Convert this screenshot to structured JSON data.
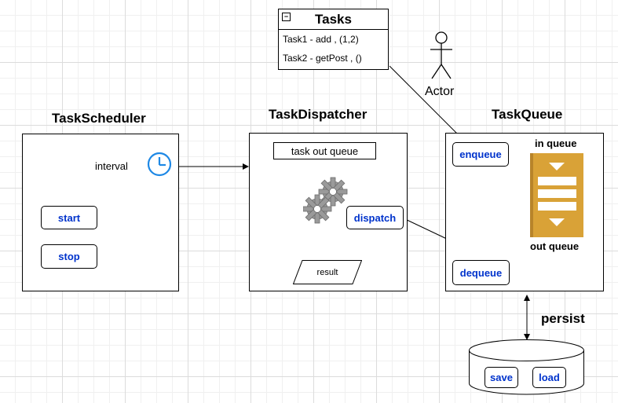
{
  "tasks": {
    "title": "Tasks",
    "items": [
      "Task1 - add , (1,2)",
      "Task2 - getPost , ()"
    ]
  },
  "actor": {
    "label": "Actor"
  },
  "scheduler": {
    "title": "TaskScheduler",
    "interval_label": "interval",
    "start_label": "start",
    "stop_label": "stop"
  },
  "dispatcher": {
    "title": "TaskDispatcher",
    "out_queue_label": "task out queue",
    "dispatch_label": "dispatch",
    "result_label": "result"
  },
  "queue": {
    "title": "TaskQueue",
    "enqueue_label": "enqueue",
    "dequeue_label": "dequeue",
    "in_queue_label": "in queue",
    "out_queue_label": "out queue"
  },
  "storage": {
    "persist_label": "persist",
    "save_label": "save",
    "load_label": "load"
  },
  "colors": {
    "button_text": "#0033cc",
    "clock": "#1e88e5",
    "queue_icon": "#d9a237",
    "gear": "#9a9a9a"
  },
  "icons": [
    "clock-icon",
    "gears-icon",
    "queue-icon",
    "actor-icon",
    "database-icon"
  ]
}
